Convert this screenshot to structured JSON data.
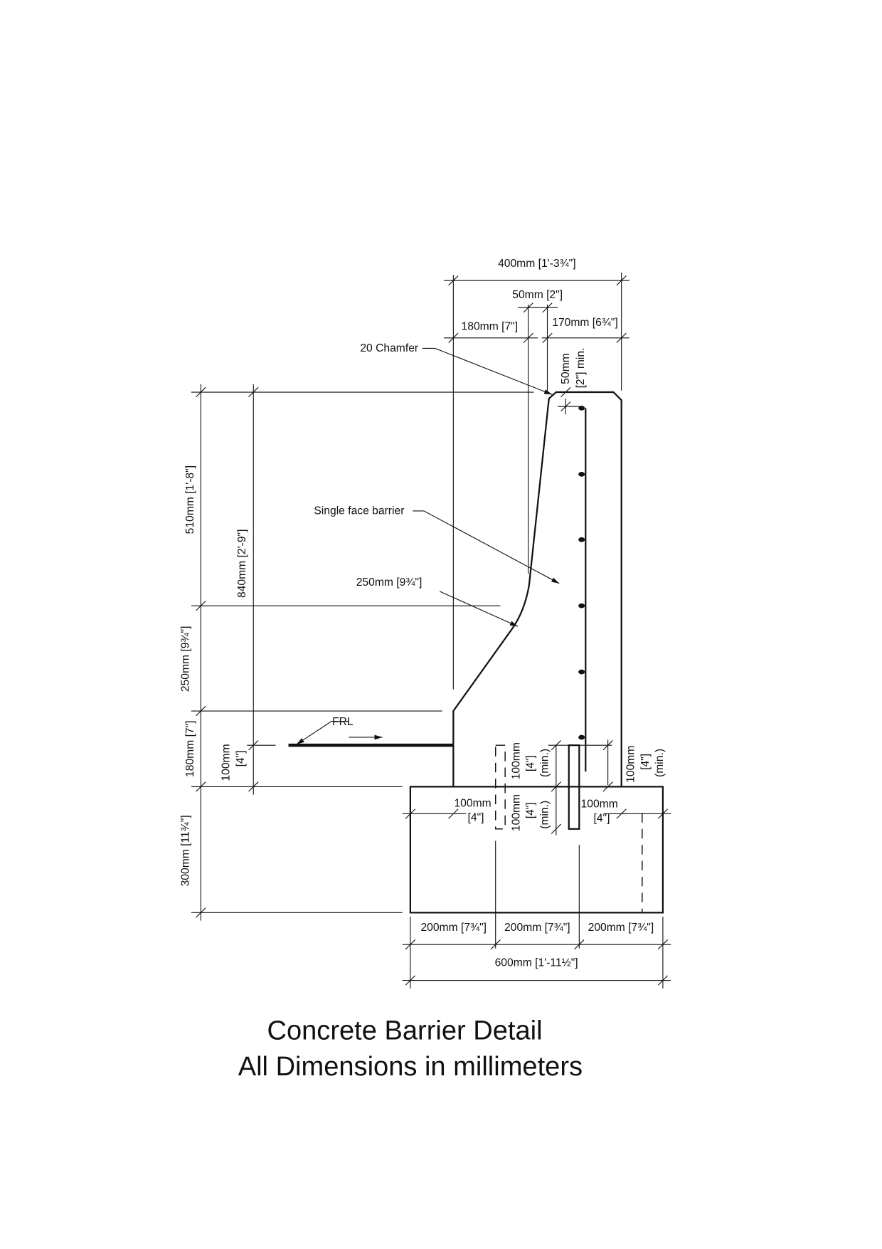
{
  "drawing": {
    "title_line1": "Concrete Barrier Detail",
    "title_line2": "All Dimensions in millimeters",
    "callouts": {
      "chamfer": "20 Chamfer",
      "single_face": "Single face barrier",
      "radius": "250mm [9¾\"]",
      "frl": "FRL"
    },
    "top_dims": {
      "overall": "400mm [1'-3¾\"]",
      "gap": "50mm [2\"]",
      "left": "180mm [7\"]",
      "right": "170mm [6¾\"]",
      "cover_top_1": "50mm",
      "cover_top_2": "[2\"] min."
    },
    "left_dims": {
      "upper": "510mm [1'-8\"]",
      "overall_height": "840mm [2'-9\"]",
      "middle": "250mm [9¾\"]",
      "lower": "180mm [7\"]",
      "frl_offset_1": "100mm",
      "frl_offset_2": "[4\"]",
      "footing": "300mm [11¾\"]"
    },
    "footing_dims": {
      "left_offset_1": "100mm",
      "left_offset_2": "[4\"]",
      "right_offset_1": "100mm",
      "right_offset_2": "[4\"]",
      "dowel_upper_1": "100mm",
      "dowel_upper_2": "[4\"]",
      "dowel_upper_3": "(min.)",
      "dowel_lower_1": "100mm",
      "dowel_lower_2": "[4\"]",
      "dowel_lower_3": "(min.)",
      "cover_right_1": "100mm",
      "cover_right_2": "[4\"]",
      "cover_right_3": "(min.)",
      "seg1": "200mm [7¾\"]",
      "seg2": "200mm [7¾\"]",
      "seg3": "200mm [7¾\"]",
      "overall": "600mm [1'-11½\"]"
    }
  }
}
